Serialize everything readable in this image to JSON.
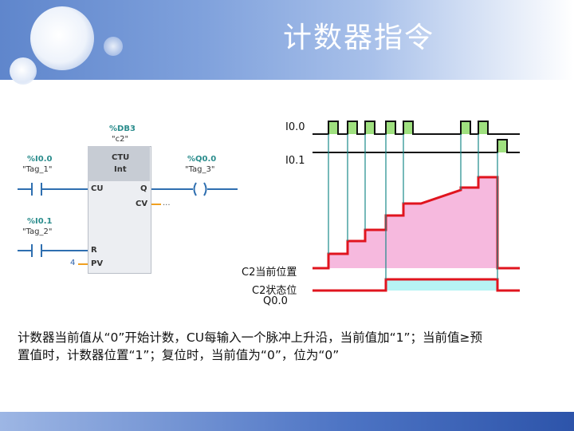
{
  "title": "计数器指令",
  "ladder": {
    "instance_addr": "%DB3",
    "instance_name": "\"c2\"",
    "block_type": "CTU",
    "block_datatype": "Int",
    "input1_addr": "%I0.0",
    "input1_tag": "\"Tag_1\"",
    "input2_addr": "%I0.1",
    "input2_tag": "\"Tag_2\"",
    "output_addr": "%Q0.0",
    "output_tag": "\"Tag_3\"",
    "pin_cu": "CU",
    "pin_q": "Q",
    "pin_cv": "CV",
    "pin_r": "R",
    "pin_pv": "PV",
    "pv_value": "4",
    "cv_output": "..."
  },
  "timing": {
    "signal_i00": "I0.0",
    "signal_i01": "I0.1",
    "signal_cv": "C2当前位置",
    "signal_status_line1": "C2状态位",
    "signal_status_line2": "Q0.0"
  },
  "caption": {
    "line1": "计数器当前值从“0”开始计数，CU每输入一个脉冲上升沿，当前值加“1”；当前值≥预",
    "line2": "置值时，计数器位置“1”；复位时，当前值为“0”，位为“0”"
  },
  "colors": {
    "pulse_fill": "#9fe07f",
    "count_fill": "#f6b9de",
    "count_line": "#e0141e",
    "status_fill": "#b6f4f4",
    "guide_line": "#1a8a8a",
    "rail": "#2f6fb0"
  }
}
